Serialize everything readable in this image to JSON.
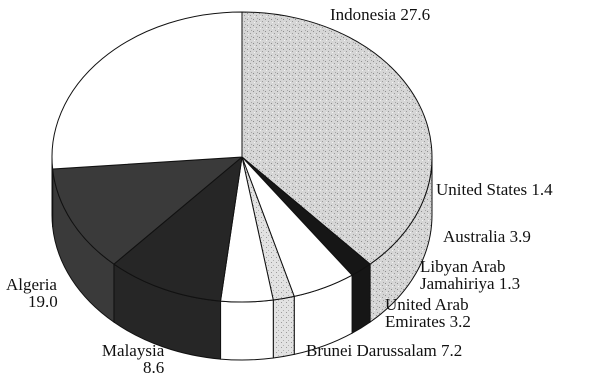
{
  "chart_data": {
    "type": "pie",
    "style": "3d",
    "slices": [
      {
        "label": "Indonesia",
        "value": 27.6,
        "color": "#d2d2d2",
        "texture": "speckled",
        "text": "Indonesia 27.6"
      },
      {
        "label": "United States",
        "value": 1.4,
        "color": "#161616",
        "text": "United States 1.4"
      },
      {
        "label": "Australia",
        "value": 3.9,
        "color": "#ffffff",
        "text": "Australia 3.9"
      },
      {
        "label": "Libyan Arab Jamahiriya",
        "value": 1.3,
        "color": "#dcdcdc",
        "texture": "speckled",
        "lines": [
          "Libyan Arab",
          "Jamahiriya  1.3"
        ]
      },
      {
        "label": "United Arab Emirates",
        "value": 3.2,
        "color": "#ffffff",
        "lines": [
          "United Arab",
          "Emirates  3.2"
        ]
      },
      {
        "label": "Brunei Darussalam",
        "value": 7.2,
        "color": "#262626",
        "text": "Brunei Darussalam 7.2"
      },
      {
        "label": "Malaysia",
        "value": 8.6,
        "color": "#3a3a3a",
        "lines": [
          "Malaysia",
          "8.6"
        ]
      },
      {
        "label": "Algeria",
        "value": 19.0,
        "color": "#ffffff",
        "lines": [
          "Algeria",
          "19.0"
        ]
      }
    ]
  }
}
